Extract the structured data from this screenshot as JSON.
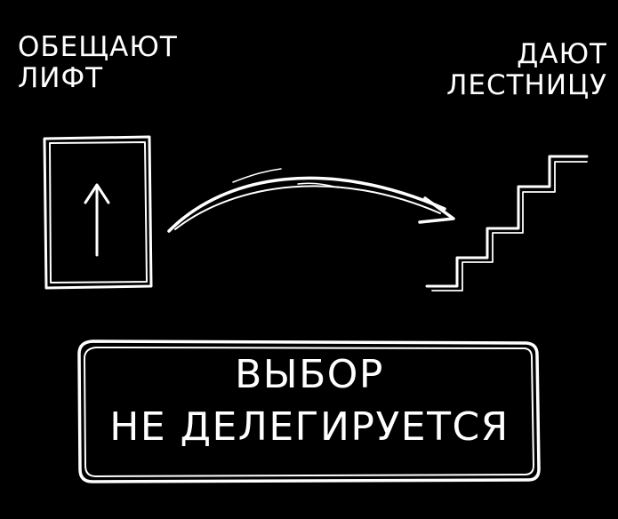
{
  "caption_left": {
    "line1": "ОБЕЩАЮТ",
    "line2": "ЛИФТ"
  },
  "caption_right": {
    "line1": "ДАЮТ",
    "line2": "ЛЕСТНИЦУ"
  },
  "conclusion": {
    "line1": "ВЫБОР",
    "line2": "НЕ ДЕЛЕГИРУЕТСЯ"
  },
  "colors": {
    "background": "#000000",
    "ink": "#ffffff"
  },
  "icons": [
    "elevator-door-icon",
    "up-arrow-icon",
    "curved-arrow-icon",
    "staircase-icon"
  ]
}
